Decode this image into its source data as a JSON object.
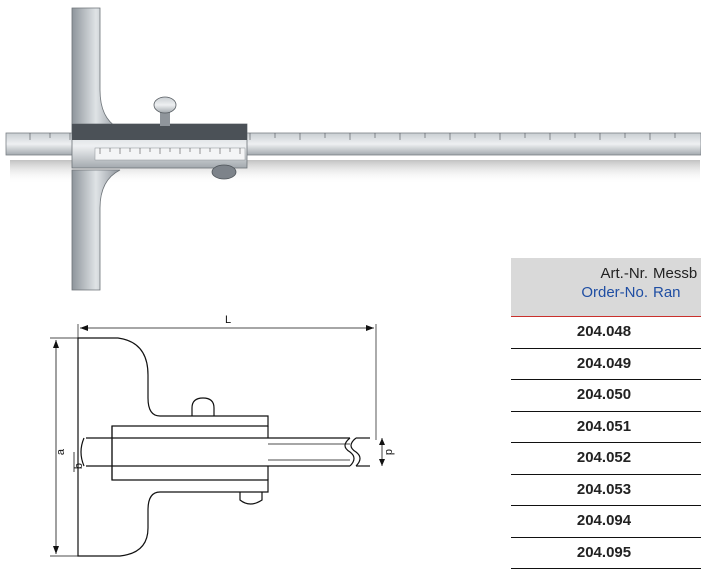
{
  "drawing": {
    "dimension_labels": {
      "L": "L",
      "a": "a",
      "b": "b",
      "p": "p"
    }
  },
  "table": {
    "headers": [
      {
        "de": "Art.-Nr.",
        "en": "Order-No."
      },
      {
        "de": "Messb",
        "en": "Ran"
      }
    ],
    "rows": [
      "204.048",
      "204.049",
      "204.050",
      "204.051",
      "204.052",
      "204.053",
      "204.094",
      "204.095"
    ]
  }
}
